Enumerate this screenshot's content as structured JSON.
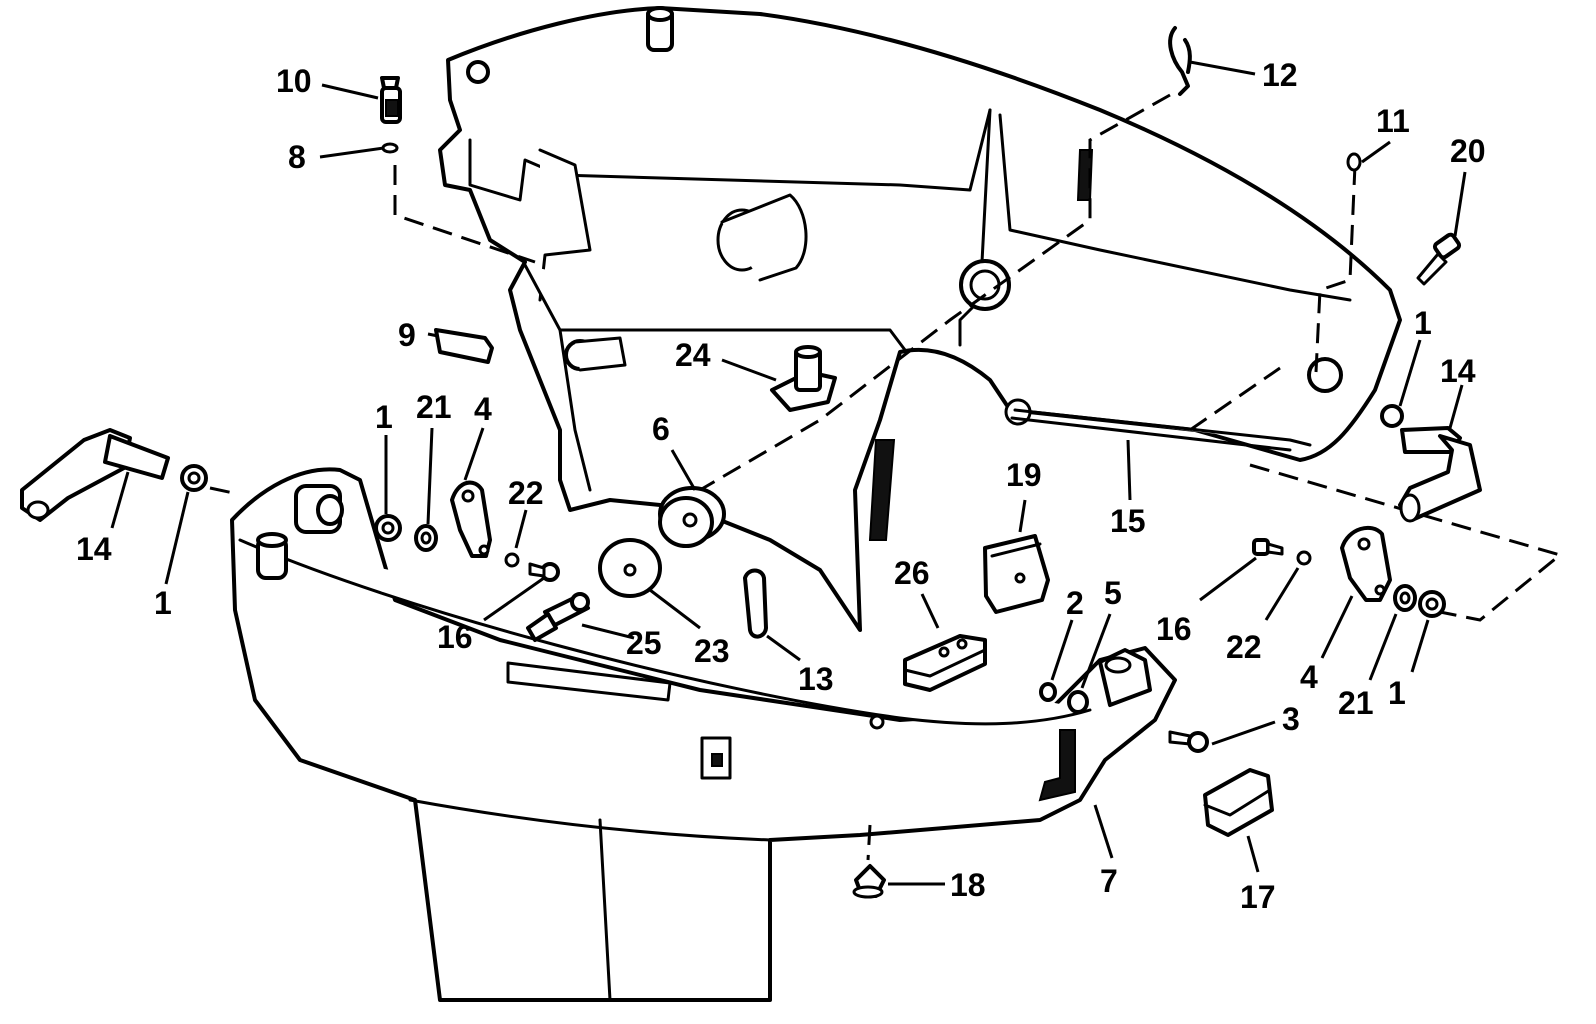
{
  "diagram": {
    "colors": {
      "ink": "#000000",
      "paper": "#ffffff"
    },
    "callouts": {
      "c10": "10",
      "c8": "8",
      "c12": "12",
      "c11": "11",
      "c20": "20",
      "c9": "9",
      "c24": "24",
      "c1_right_top": "1",
      "c14_right": "14",
      "c6": "6",
      "c1_mid": "1",
      "c21_left": "21",
      "c4_left": "4",
      "c22_left": "22",
      "c14_left": "14",
      "c1_left": "1",
      "c19": "19",
      "c15": "15",
      "c26": "26",
      "c2": "2",
      "c5": "5",
      "c16_left": "16",
      "c25": "25",
      "c23": "23",
      "c13": "13",
      "c16_right": "16",
      "c22_right": "22",
      "c4_right": "4",
      "c21_right": "21",
      "c1_right_bottom": "1",
      "c3": "3",
      "c7": "7",
      "c18": "18",
      "c17": "17"
    }
  }
}
